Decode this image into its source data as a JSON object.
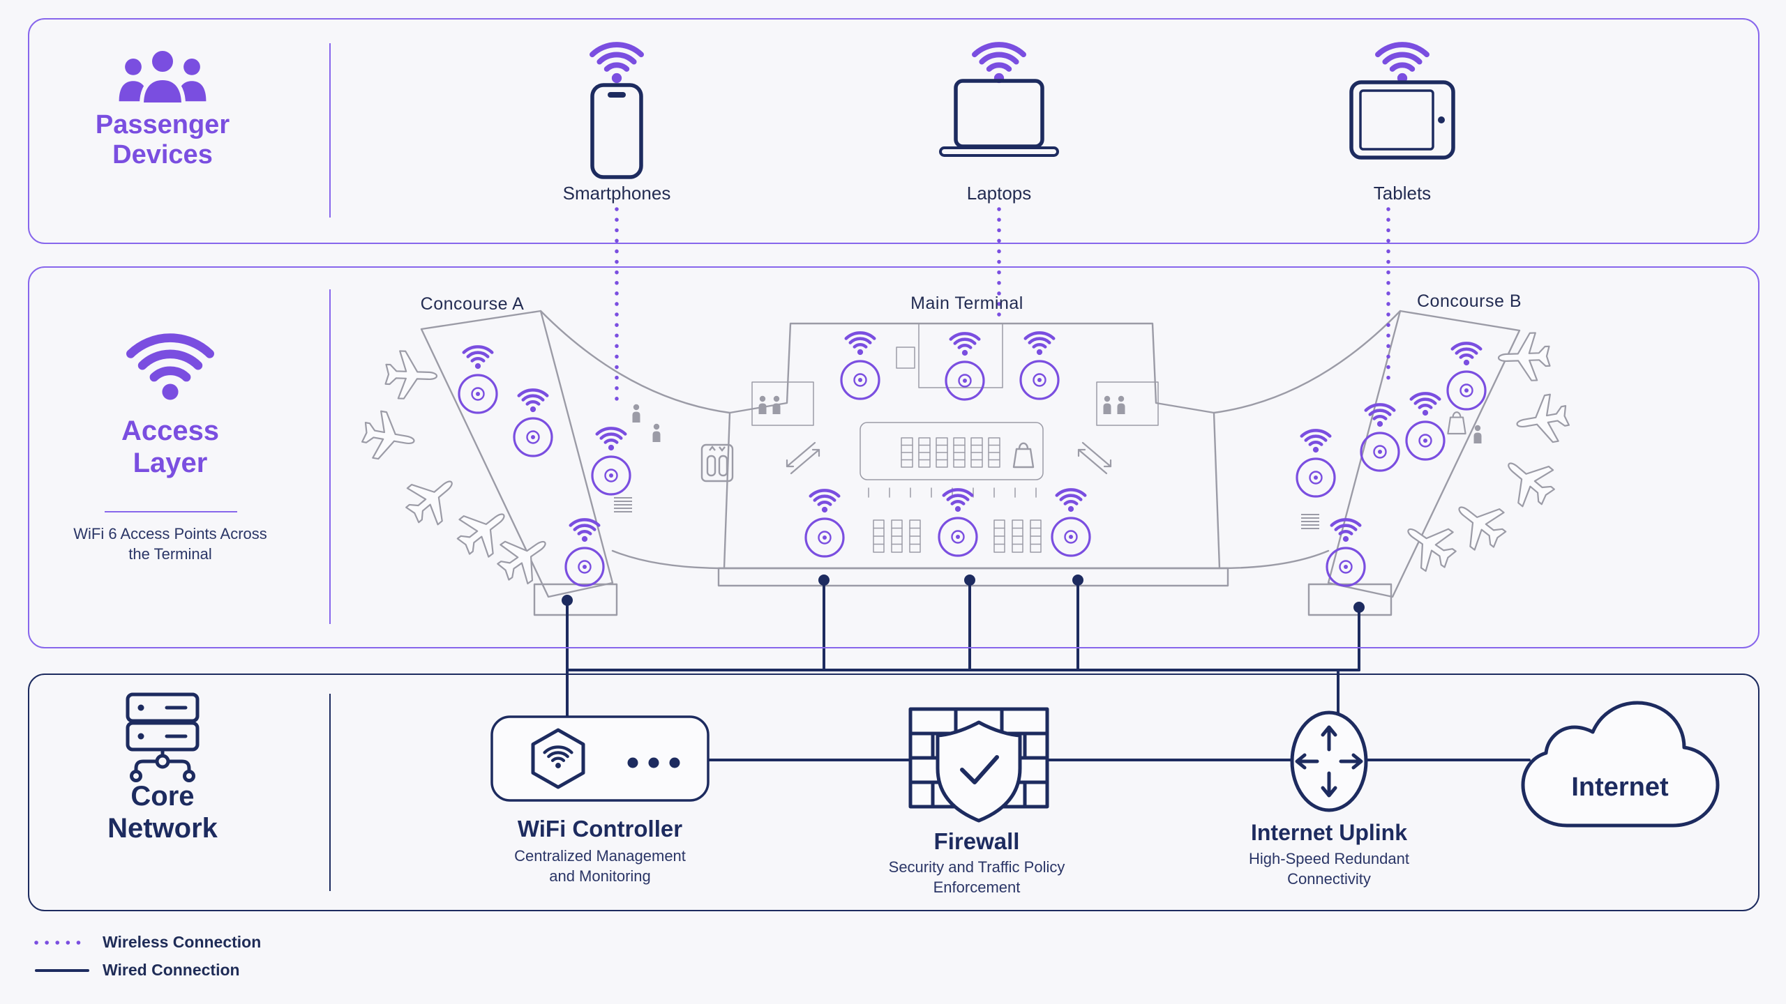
{
  "colors": {
    "purple": "#7a4ee0",
    "purple_border": "#8766ec",
    "navy": "#1d2b5f",
    "map_gray": "#9b9ba6",
    "background": "#f7f7fa"
  },
  "passenger": {
    "title": "Passenger Devices",
    "devices": [
      {
        "id": "smartphones",
        "label": "Smartphones"
      },
      {
        "id": "laptops",
        "label": "Laptops"
      },
      {
        "id": "tablets",
        "label": "Tablets"
      }
    ]
  },
  "access": {
    "title": "Access Layer",
    "subtitle": "WiFi 6 Access Points Across the Terminal",
    "zones": [
      {
        "label": "Concourse A"
      },
      {
        "label": "Main Terminal"
      },
      {
        "label": "Concourse B"
      }
    ]
  },
  "core": {
    "title": "Core Network",
    "controller": {
      "name": "WiFi Controller",
      "desc": "Centralized Management and Monitoring"
    },
    "firewall": {
      "name": "Firewall",
      "desc": "Security and Traffic Policy Enforcement"
    },
    "uplink": {
      "name": "Internet Uplink",
      "desc": "High-Speed Redundant Connectivity"
    },
    "internet": {
      "name": "Internet"
    }
  },
  "legend": [
    {
      "type": "wireless",
      "label": "Wireless Connection"
    },
    {
      "type": "wired",
      "label": "Wired Connection"
    }
  ],
  "map": {
    "access_points": [
      [
        685,
        565
      ],
      [
        764,
        627
      ],
      [
        876,
        682
      ],
      [
        838,
        813
      ],
      [
        1233,
        545
      ],
      [
        1383,
        546
      ],
      [
        1490,
        545
      ],
      [
        1182,
        771
      ],
      [
        1373,
        770
      ],
      [
        1535,
        770
      ],
      [
        2102,
        560
      ],
      [
        2043,
        632
      ],
      [
        1978,
        648
      ],
      [
        1886,
        685
      ],
      [
        1929,
        813
      ]
    ],
    "planes": [
      [
        588,
        538,
        92
      ],
      [
        556,
        626,
        100
      ],
      [
        618,
        716,
        50
      ],
      [
        692,
        762,
        52
      ],
      [
        750,
        800,
        55
      ],
      [
        2186,
        512,
        -92
      ],
      [
        2212,
        602,
        -100
      ],
      [
        2192,
        690,
        -50
      ],
      [
        2122,
        752,
        -52
      ],
      [
        2050,
        782,
        -55
      ]
    ],
    "wireless_links": [
      [
        884,
        300,
        572
      ],
      [
        1432,
        300,
        456
      ],
      [
        1990,
        300,
        556
      ]
    ],
    "wired_links": [
      [
        813,
        862,
        813,
        1028
      ],
      [
        1181,
        833,
        1181,
        961
      ],
      [
        1390,
        833,
        1390,
        961
      ],
      [
        1545,
        833,
        1545,
        961
      ],
      [
        1948,
        872,
        1948,
        961
      ],
      [
        813,
        961,
        1948,
        961
      ],
      [
        1918,
        961,
        1918,
        1026
      ],
      [
        1015,
        1090,
        1302,
        1090
      ],
      [
        1502,
        1090,
        1852,
        1090
      ],
      [
        1958,
        1090,
        2192,
        1090
      ]
    ],
    "wired_taps": [
      [
        813,
        861
      ],
      [
        1181,
        832
      ],
      [
        1390,
        832
      ],
      [
        1545,
        832
      ],
      [
        1948,
        871
      ]
    ]
  }
}
